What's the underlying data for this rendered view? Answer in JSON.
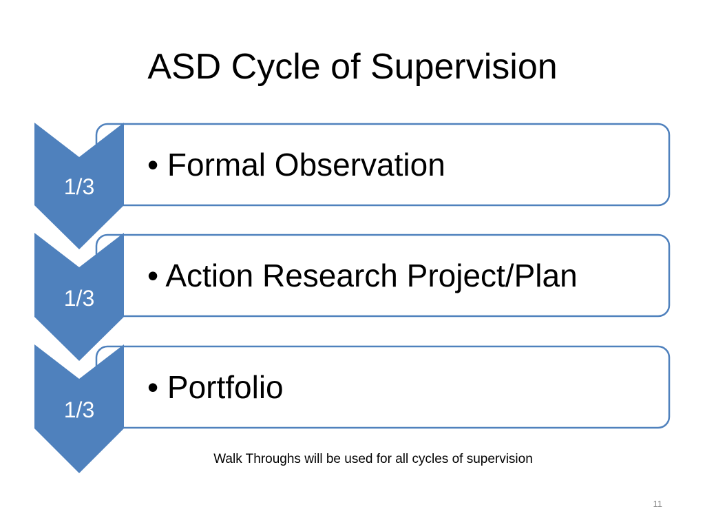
{
  "slide": {
    "title": "ASD Cycle of Supervision",
    "steps": [
      {
        "fraction": "1/3",
        "item": "Formal Observation"
      },
      {
        "fraction": "1/3",
        "item": "Action Research Project/Plan"
      },
      {
        "fraction": "1/3",
        "item": "Portfolio"
      }
    ],
    "bullet": "•",
    "note": "Walk Throughs will be used for all cycles of supervision",
    "slide_number": "11"
  },
  "colors": {
    "chevron_fill": "#4F81BD",
    "box_border": "#4F81BD",
    "box_fill": "#FFFFFF",
    "title_text": "#000000"
  }
}
